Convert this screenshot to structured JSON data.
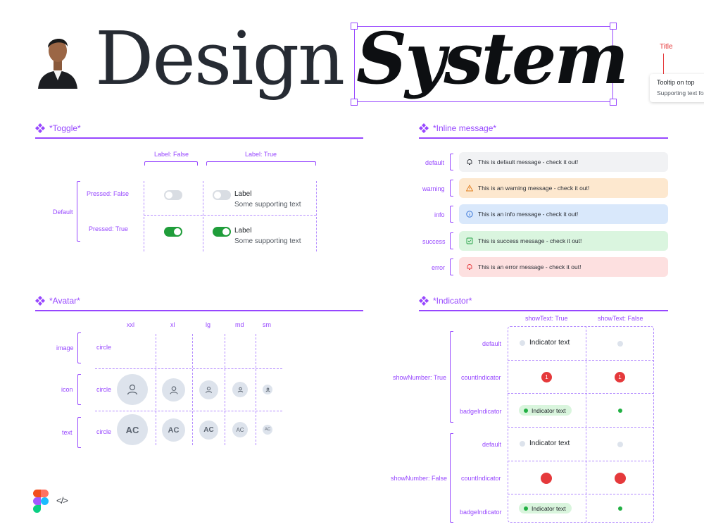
{
  "header": {
    "word1": "Design",
    "word2": "System",
    "annotation_title": "Title",
    "tooltip_title": "Tooltip on top",
    "tooltip_text": "Supporting text fo"
  },
  "colors": {
    "accent": "#9747ff",
    "toggle_on": "#1f9d3a",
    "indicator_red": "#e5393b",
    "indicator_green": "#21b043"
  },
  "toggle": {
    "title": "*Toggle*",
    "col_false": "Label: False",
    "col_true": "Label: True",
    "row_group": "Default",
    "row_pressed_false": "Pressed: False",
    "row_pressed_true": "Pressed: True",
    "label": "Label",
    "supporting": "Some supporting text"
  },
  "inline_message": {
    "title": "*Inline message*",
    "rows": [
      {
        "variant": "default",
        "text": "This is default message - check it out!",
        "bg": "#f1f2f4",
        "icon": "bell-icon"
      },
      {
        "variant": "warning",
        "text": "This is an warning message - check it out!",
        "bg": "#fde8cf",
        "icon": "warning-triangle-icon"
      },
      {
        "variant": "info",
        "text": "This is an info message - check it out!",
        "bg": "#d9e8fb",
        "icon": "info-circle-icon"
      },
      {
        "variant": "success",
        "text": "This is success message - check it out!",
        "bg": "#daf5df",
        "icon": "check-square-icon"
      },
      {
        "variant": "error",
        "text": "This is an error message - check it out!",
        "bg": "#fde0e0",
        "icon": "bell-icon"
      }
    ]
  },
  "avatar": {
    "title": "*Avatar*",
    "sizes": [
      "xxl",
      "xl",
      "lg",
      "md",
      "sm"
    ],
    "rows": [
      "image",
      "icon",
      "text"
    ],
    "shape": "circle",
    "initials": "AC"
  },
  "indicator": {
    "title": "*Indicator*",
    "col_true": "showText: True",
    "col_false": "showText: False",
    "group_true": "showNumber: True",
    "group_false": "showNumber: False",
    "row_default": "default",
    "row_count": "countIndicator",
    "row_badge": "badgeIndicator",
    "text": "Indicator text",
    "count": "1"
  },
  "footer": {
    "code_icon": "</>"
  }
}
